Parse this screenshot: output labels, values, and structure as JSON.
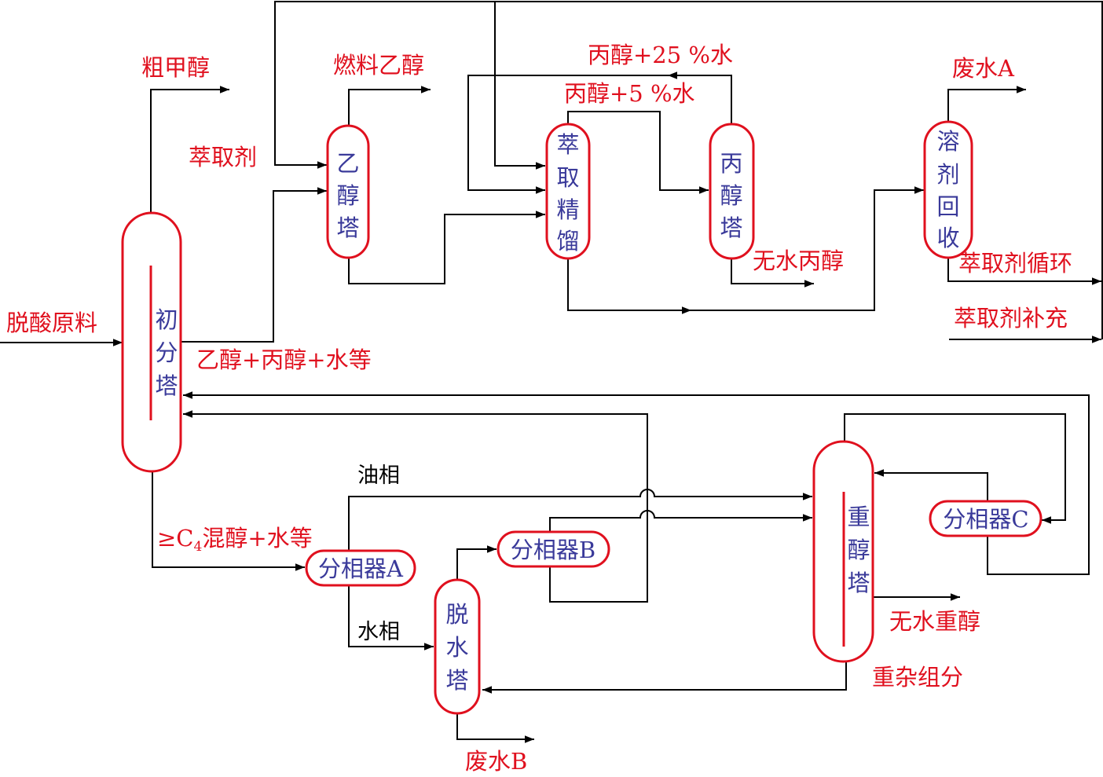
{
  "colors": {
    "vessel_outline": "#e0101e",
    "unit_text": "#3a3a9a",
    "stream_text": "#e0101e",
    "phase_text": "#000000",
    "pipe": "#000000"
  },
  "units": {
    "initial_column": [
      "初",
      "分",
      "塔"
    ],
    "ethanol_column": [
      "乙",
      "醇",
      "塔"
    ],
    "extractive_distillation": [
      "萃",
      "取",
      "精",
      "馏"
    ],
    "propanol_column": [
      "丙",
      "醇",
      "塔"
    ],
    "solvent_recovery": [
      "溶",
      "剂",
      "回",
      "收"
    ],
    "heavy_alcohol_column": [
      "重",
      "醇",
      "塔"
    ],
    "dehydration_column": [
      "脱",
      "水",
      "塔"
    ],
    "separator_a": "分相器A",
    "separator_b": "分相器B",
    "separator_c": "分相器C"
  },
  "streams": {
    "feed": "脱酸原料",
    "crude_methanol": "粗甲醇",
    "fuel_ethanol": "燃料乙醇",
    "extractant": "萃取剂",
    "c2_c3_mix": "乙醇+丙醇+水等",
    "propanol_25_water": "丙醇+25 %水",
    "propanol_5_water": "丙醇+5 %水",
    "anhydrous_propanol": "无水丙醇",
    "wastewater_a": "废水A",
    "extractant_recycle": "萃取剂循环",
    "extractant_makeup": "萃取剂补充",
    "c4_mix_prefix": "≥C",
    "c4_mix_sub": "4",
    "c4_mix_suffix": "混醇+水等",
    "oil_phase": "油相",
    "water_phase": "水相",
    "anhydrous_heavy_alcohol": "无水重醇",
    "heavy_impurities": "重杂组分",
    "wastewater_b": "废水B"
  }
}
